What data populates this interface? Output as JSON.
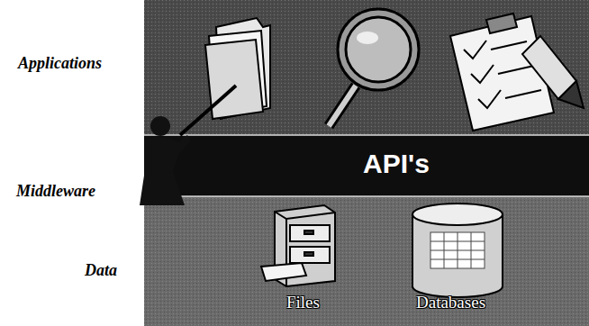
{
  "diagram": {
    "nodes": [
      {
        "text": [
          "Applications"
        ]
      },
      {
        "text": [
          "Middleware",
          "API's"
        ]
      },
      {
        "text": [
          "Data"
        ]
      },
      {
        "text": [
          "Files"
        ],
        "in": 2
      },
      {
        "text": [
          "Databases"
        ],
        "in": 2
      }
    ]
  }
}
